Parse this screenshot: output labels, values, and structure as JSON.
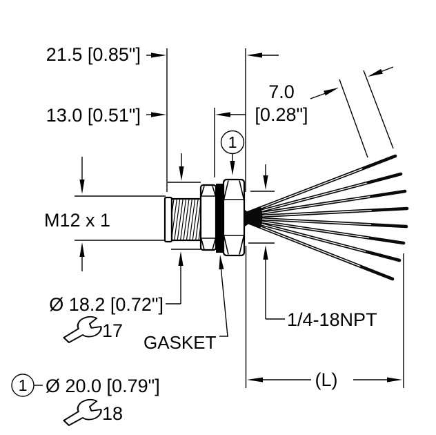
{
  "labels": {
    "dim_body_length": "21.5 [0.85\"]",
    "dim_thread_length": "13.0 [0.51\"]",
    "dim_strip_mm": "7.0",
    "dim_strip_in": "[0.28\"]",
    "thread_spec": "M12 x 1",
    "hex1_diameter": "Ø 18.2 [0.72\"]",
    "hex1_wrench_size": "17",
    "gasket": "GASKET",
    "conduit_thread": "1/4-18NPT",
    "cable_length": "(L)",
    "balloon_number": "1",
    "note1_diameter": "Ø 20.0 [0.79\"]",
    "note1_wrench_size": "18"
  },
  "colors": {
    "line": "#000000",
    "gasket_fill": "#000000",
    "background": "#ffffff"
  },
  "wire_count": 8
}
